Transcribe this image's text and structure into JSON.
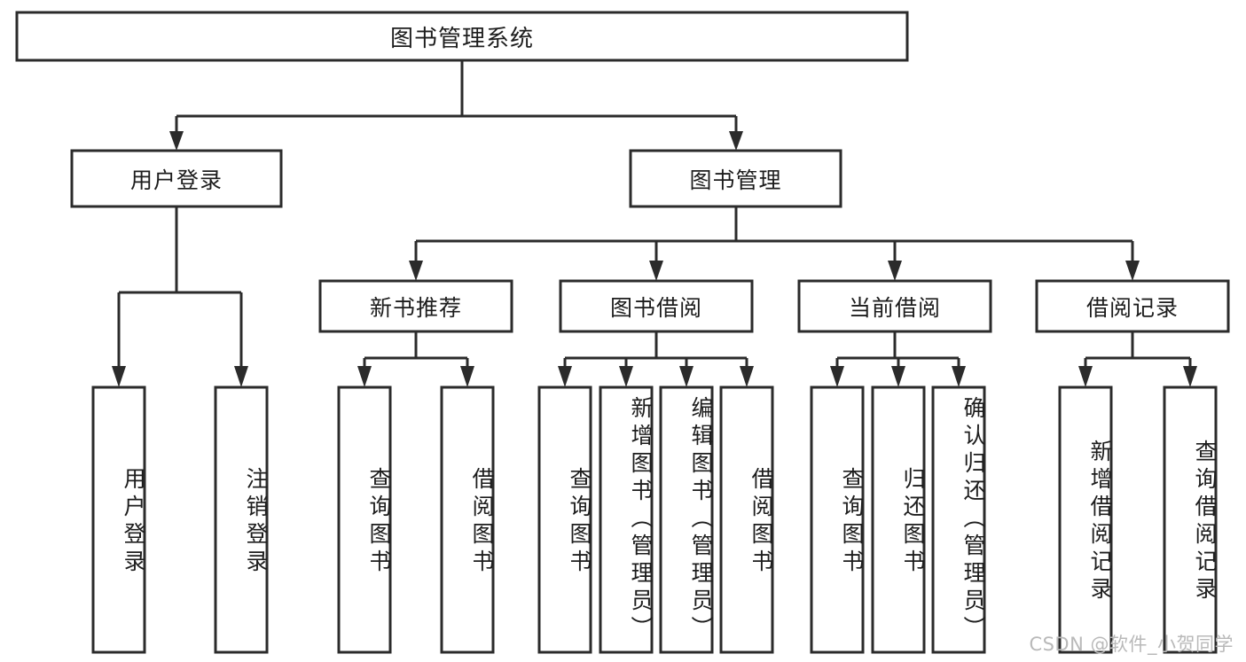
{
  "diagram": {
    "type": "tree-hierarchy",
    "title": "图书管理系统",
    "watermark": "CSDN @软件_小贺同学",
    "colors": {
      "stroke": "#2b2b2b",
      "box_fill": "#ffffff",
      "text": "#1d1d1d",
      "background": "#ffffff",
      "watermark": "#b9b9b9"
    },
    "levels": {
      "root": {
        "label": "图书管理系统"
      },
      "level2": [
        {
          "label": "用户登录"
        },
        {
          "label": "图书管理"
        }
      ],
      "level3": [
        {
          "label": "新书推荐"
        },
        {
          "label": "图书借阅"
        },
        {
          "label": "当前借阅"
        },
        {
          "label": "借阅记录"
        }
      ],
      "leaves": {
        "user_login": [
          {
            "label": "用户登录"
          },
          {
            "label": "注销登录"
          }
        ],
        "new_book_recommend": [
          {
            "label": "查询图书"
          },
          {
            "label": "借阅图书"
          }
        ],
        "book_borrow": [
          {
            "label": "查询图书"
          },
          {
            "label": "新增图书（管理员）"
          },
          {
            "label": "编辑图书（管理员）"
          },
          {
            "label": "借阅图书"
          }
        ],
        "current_borrow": [
          {
            "label": "查询图书"
          },
          {
            "label": "归还图书"
          },
          {
            "label": "确认归还（管理员）"
          }
        ],
        "borrow_record": [
          {
            "label": "新增借阅记录"
          },
          {
            "label": "查询借阅记录"
          }
        ]
      }
    }
  }
}
